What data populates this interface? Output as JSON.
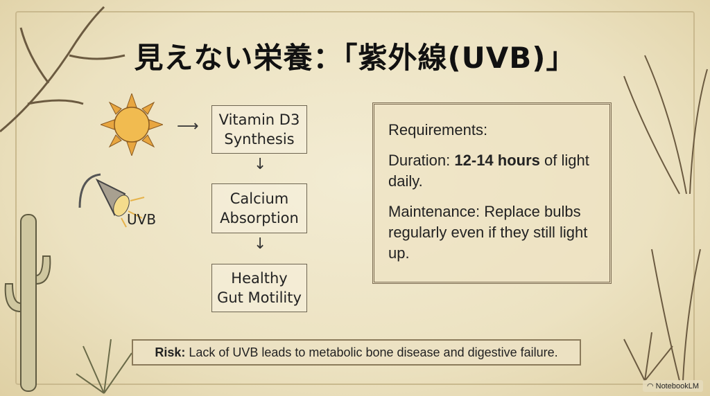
{
  "title": "見えない栄養：「紫外線(UVB)」",
  "flow": {
    "steps": [
      "Vitamin D3 Synthesis",
      "Calcium Absorption",
      "Healthy Gut Motility"
    ],
    "lamp_label": "UVB"
  },
  "requirements": {
    "heading": "Requirements:",
    "duration_label": "Duration: ",
    "duration_value": "12-14 hours",
    "duration_suffix": " of light daily.",
    "maintenance": "Maintenance: Replace bulbs regularly even if they still light up."
  },
  "risk": {
    "label": "Risk:",
    "text": " Lack of UVB leads to metabolic bone disease and digestive failure."
  },
  "watermark": "NotebookLM"
}
